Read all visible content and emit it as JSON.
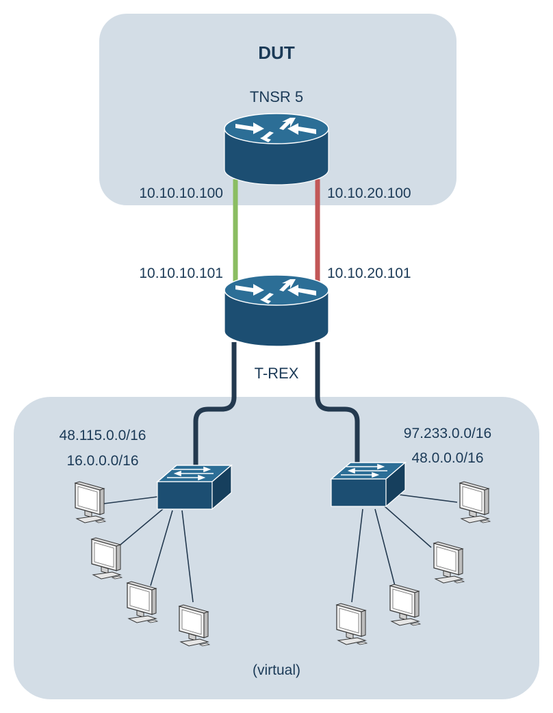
{
  "colors": {
    "panel": "#d3dde6",
    "device_blue": "#2c6e96",
    "device_dark": "#1c4e72",
    "link_green": "#8bbd62",
    "link_red": "#c25757",
    "link_navy": "#23394f",
    "label": "#1b3a57"
  },
  "dut_box": {
    "title": "DUT"
  },
  "tnsr_router": {
    "name": "TNSR 5",
    "left_ip": "10.10.10.100",
    "right_ip": "10.10.20.100"
  },
  "trex_router": {
    "name": "T-REX",
    "left_ip": "10.10.10.101",
    "right_ip": "10.10.20.101"
  },
  "virtual_box": {
    "label": "(virtual)"
  },
  "left_network": {
    "subnets": [
      "48.115.0.0/16",
      "16.0.0.0/16"
    ],
    "hosts": 4
  },
  "right_network": {
    "subnets": [
      "97.233.0.0/16",
      "48.0.0.0/16"
    ],
    "hosts": 4
  },
  "icons": [
    "router-icon",
    "switch-icon",
    "computer-icon"
  ]
}
